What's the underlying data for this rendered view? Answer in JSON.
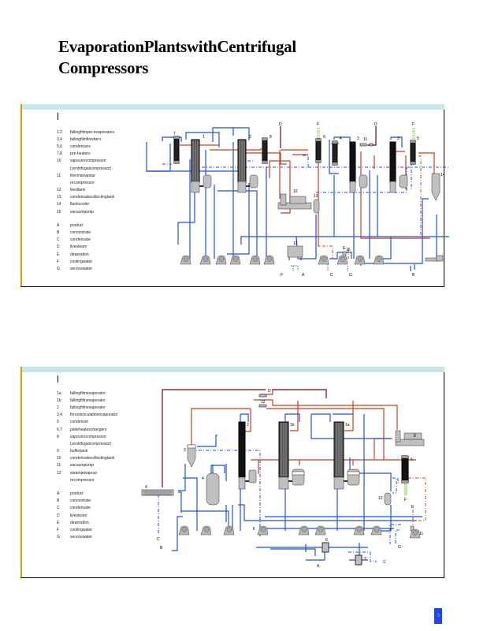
{
  "page": {
    "title_line1": "EvaporationPlantswithCentrifugal",
    "title_line2": "Compressors",
    "page_number": "3"
  },
  "diagram1": {
    "legend_equipment": [
      {
        "key": "1,2",
        "label": "fallingfilmpre-evaporators"
      },
      {
        "key": "3,4",
        "label": "fallingfilmfinishers"
      },
      {
        "key": "5,6",
        "label": "condensers"
      },
      {
        "key": "7,8",
        "label": "pre-heaters"
      },
      {
        "key": "10",
        "label": "vapourrecompressor"
      },
      {
        "key": "",
        "label": "(centrifugalcompressor)"
      },
      {
        "key": "11",
        "label": "thermalvapour"
      },
      {
        "key": "",
        "label": "recompressor"
      },
      {
        "key": "12",
        "label": "feedtank"
      },
      {
        "key": "13",
        "label": "condensatecollectingtank"
      },
      {
        "key": "14",
        "label": "flashcooler"
      },
      {
        "key": "15",
        "label": "vacuumpump"
      }
    ],
    "legend_streams": [
      {
        "key": "A",
        "label": "product"
      },
      {
        "key": "B",
        "label": "concentrate"
      },
      {
        "key": "C",
        "label": "condensate"
      },
      {
        "key": "D",
        "label": "livesteam"
      },
      {
        "key": "E",
        "label": "deaeration"
      },
      {
        "key": "F",
        "label": "coolingwater"
      },
      {
        "key": "G",
        "label": "servicewater"
      }
    ],
    "labels": {
      "l7": "7",
      "l1": "1",
      "l2": "2",
      "l8": "8",
      "l6": "6",
      "l4": "4",
      "l3": "3",
      "l5": "5",
      "l10": "10",
      "l11": "11",
      "l12": "12",
      "l13": "13",
      "l14": "14",
      "l15": "15",
      "lD1": "D",
      "lD2": "D",
      "lF1": "F",
      "lF2": "F",
      "sF": "F",
      "sA": "A",
      "sC": "C",
      "sG": "G",
      "sE": "E",
      "sB": "B"
    }
  },
  "diagram2": {
    "legend_equipment": [
      {
        "key": "1a",
        "label": "fallingfilmevaporator"
      },
      {
        "key": "1b",
        "label": "fallingfilmevaporator"
      },
      {
        "key": "2",
        "label": "fallingfilmevaporator"
      },
      {
        "key": "3,4",
        "label": "forcedcirculationevaporator"
      },
      {
        "key": "5",
        "label": "condenser"
      },
      {
        "key": "6,7",
        "label": "plateheatexchangers"
      },
      {
        "key": "8",
        "label": "vapourrecompressor"
      },
      {
        "key": "",
        "label": "(centrifugalcompressor)"
      },
      {
        "key": "9",
        "label": "buffertank"
      },
      {
        "key": "10",
        "label": "condensatecollectingtank"
      },
      {
        "key": "11",
        "label": "vacuumpump"
      },
      {
        "key": "12",
        "label": "steamjetvapour"
      },
      {
        "key": "",
        "label": "recompressor"
      }
    ],
    "legend_streams": [
      {
        "key": "A",
        "label": "product"
      },
      {
        "key": "B",
        "label": "concentrate"
      },
      {
        "key": "C",
        "label": "condensate"
      },
      {
        "key": "D",
        "label": "livesteam"
      },
      {
        "key": "E",
        "label": "deaeration"
      },
      {
        "key": "F",
        "label": "coolingwater"
      },
      {
        "key": "G",
        "label": "servicewater"
      }
    ],
    "labels": {
      "lD": "D",
      "l12": "12",
      "l2": "2",
      "l1b": "1b",
      "l1a": "1a",
      "l3": "3",
      "l4": "4",
      "l8": "8",
      "l5": "5",
      "l9": "9",
      "l10": "10",
      "l11": "11",
      "l6": "6",
      "l7": "7",
      "sF": "F",
      "sE": "E",
      "sG": "G",
      "sC1": "C",
      "sC2": "C",
      "sB": "B",
      "sA": "A"
    }
  },
  "colors": {
    "band": "#c8e6ec",
    "left_border": "#c9a400",
    "product_line": "#1f4fe0",
    "vapour_line": "#c8401a",
    "steam_line": "#6a0a0a",
    "cooling_line": "#7ed34a",
    "equipment_fill": "#c0c0c0",
    "page_badge": "#1a44ff"
  }
}
